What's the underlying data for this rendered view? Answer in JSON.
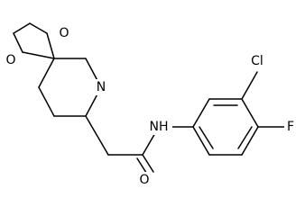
{
  "molecule": {
    "atoms": {
      "o_upper": "O",
      "o_lower": "O",
      "n_ring": "N",
      "n_amide": "NH",
      "o_carbonyl": "O",
      "cl": "Cl",
      "f": "F"
    }
  }
}
